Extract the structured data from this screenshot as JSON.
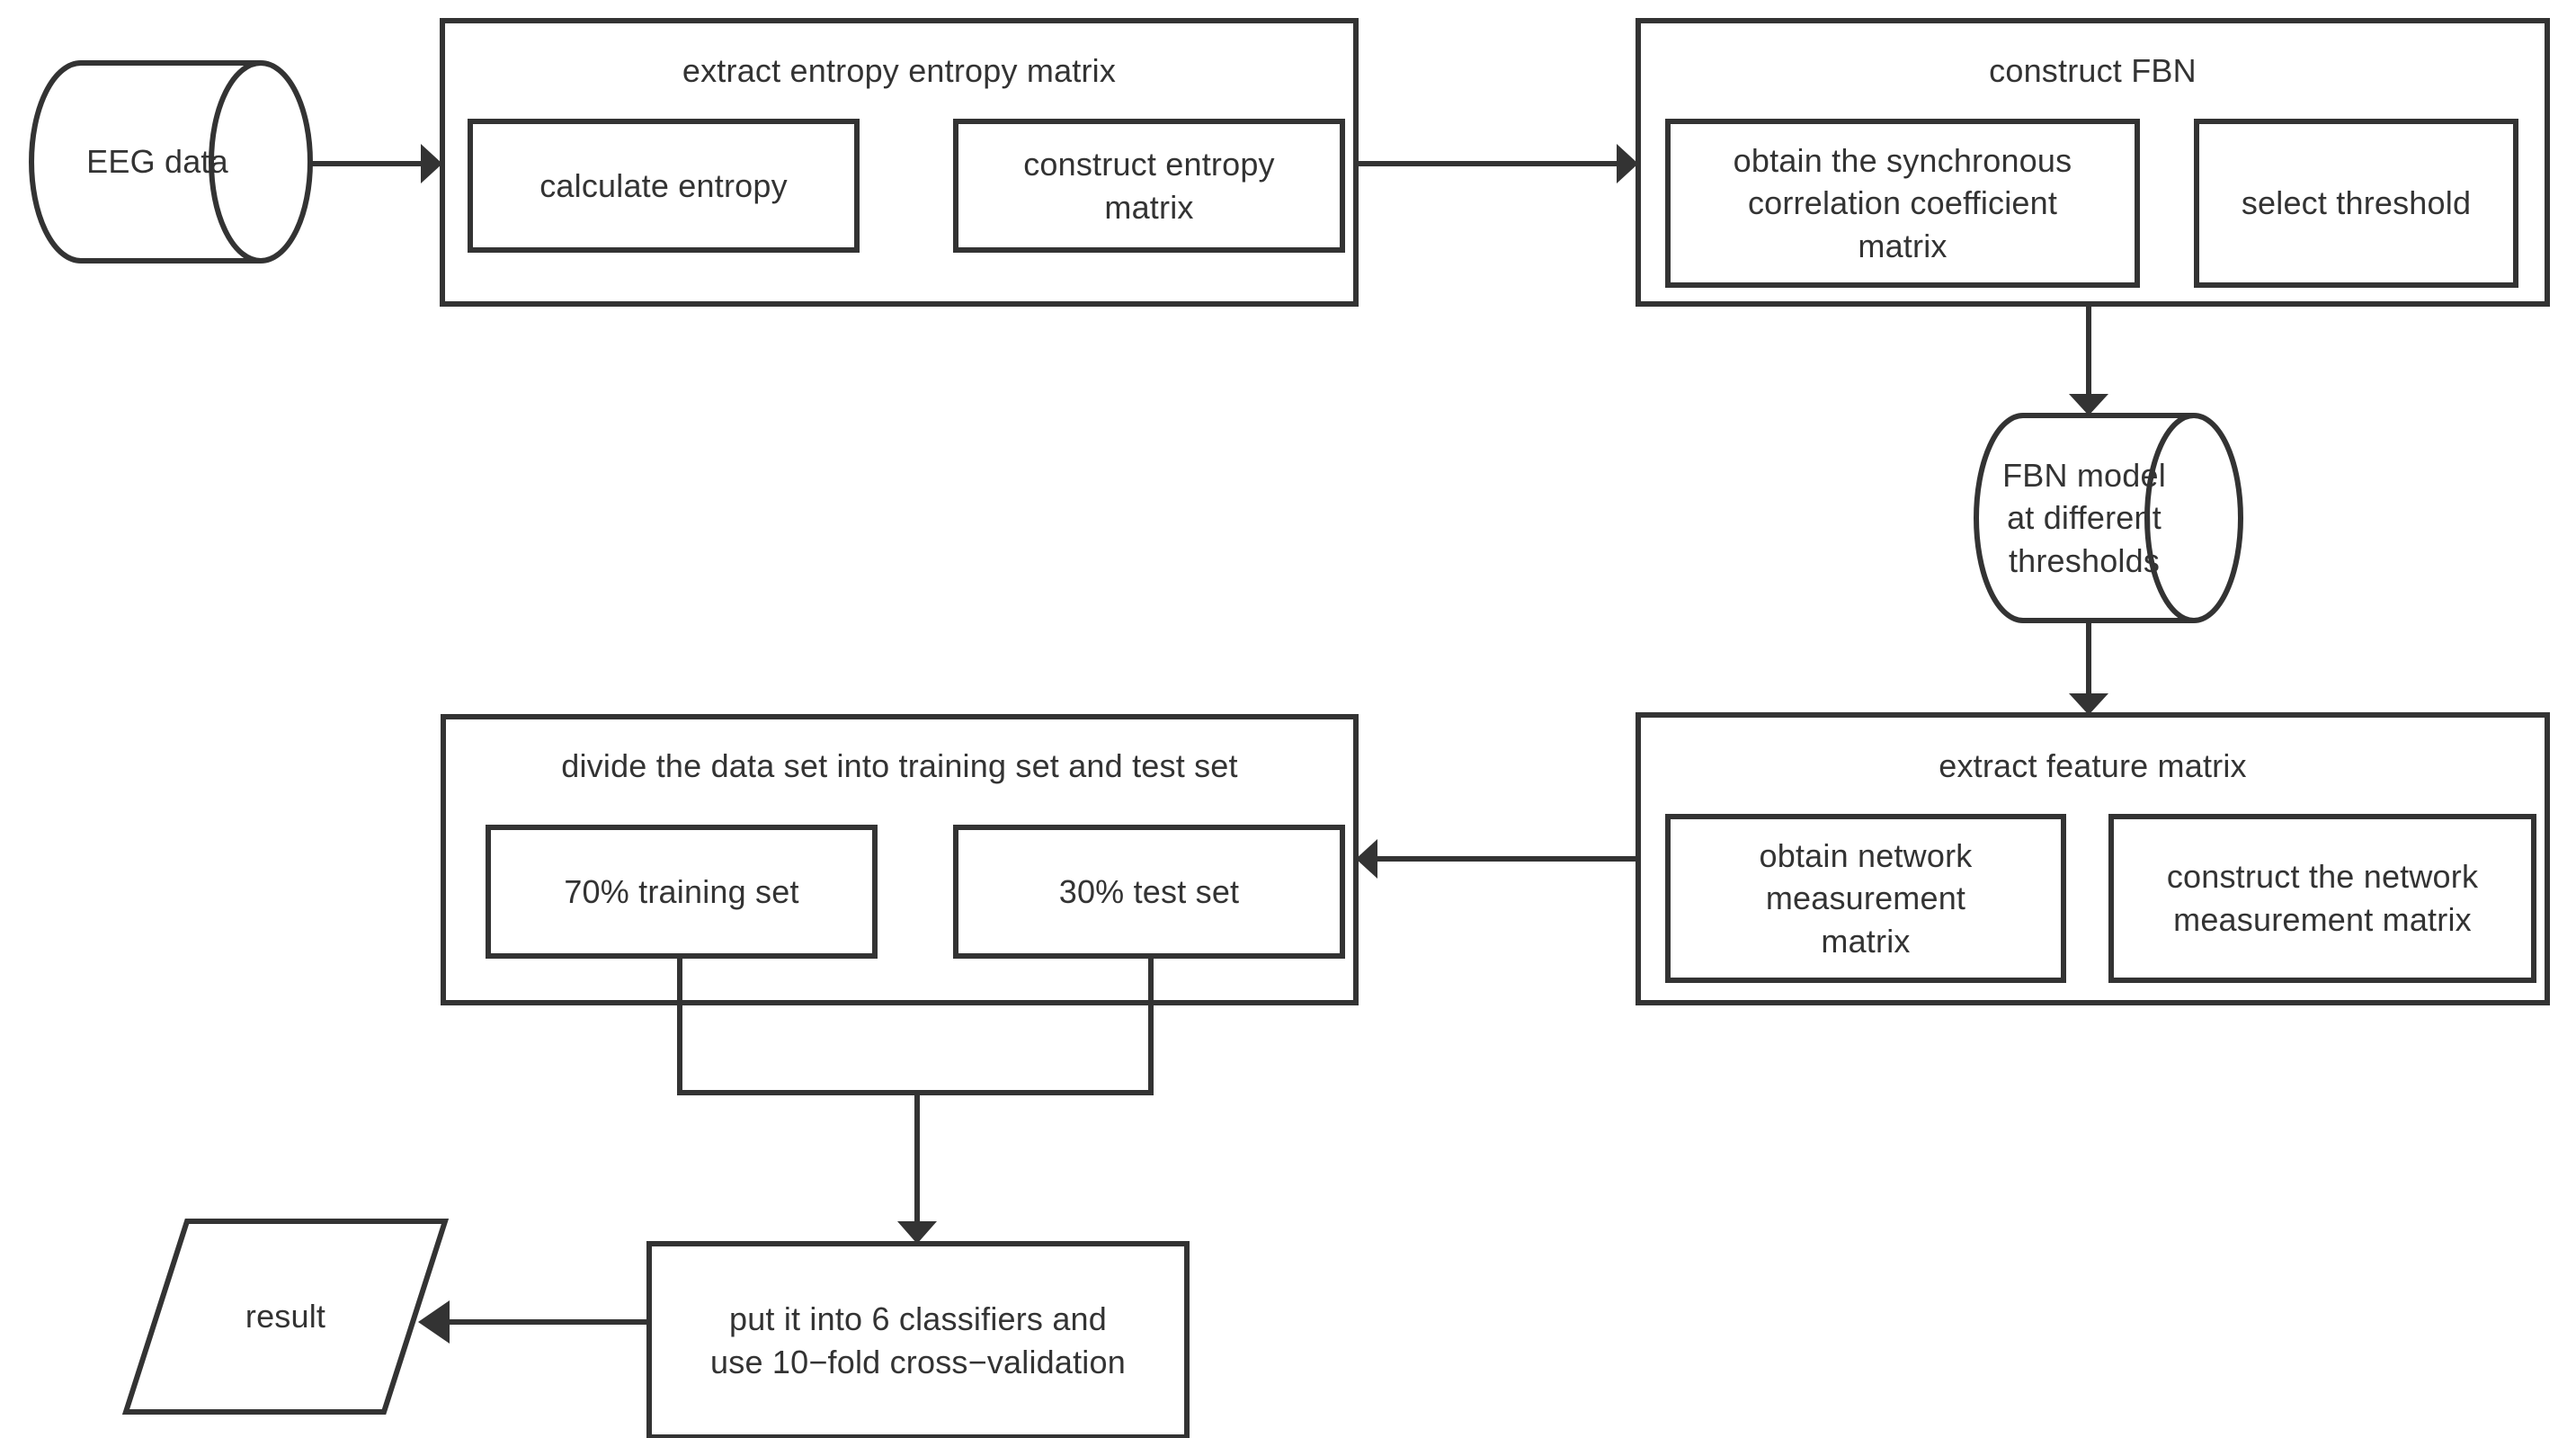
{
  "diagram": {
    "title": "EEG functional brain network classification pipeline",
    "colors": {
      "stroke": "#333333",
      "fill": "#ffffff",
      "text": "#333333"
    },
    "nodes": {
      "eeg_data": {
        "label": "EEG data",
        "shape": "cylinder"
      },
      "extract_entropy_group": {
        "title": "extract entropy entropy matrix",
        "shape": "container",
        "children": [
          {
            "label": "calculate entropy",
            "shape": "rect"
          },
          {
            "label": "construct entropy\nmatrix",
            "shape": "rect"
          }
        ]
      },
      "construct_fbn_group": {
        "title": "construct FBN",
        "shape": "container",
        "children": [
          {
            "label": "obtain the synchronous\ncorrelation coefficient\nmatrix",
            "shape": "rect"
          },
          {
            "label": "select threshold",
            "shape": "rect"
          }
        ]
      },
      "fbn_model": {
        "label": "FBN model\nat different\nthresholds",
        "shape": "cylinder"
      },
      "extract_feature_group": {
        "title": "extract feature matrix",
        "shape": "container",
        "children": [
          {
            "label": "obtain network\nmeasurement\nmatrix",
            "shape": "rect"
          },
          {
            "label": "construct the network\nmeasurement matrix",
            "shape": "rect"
          }
        ]
      },
      "divide_dataset_group": {
        "title": "divide the data set into training set and test set",
        "shape": "container",
        "children": [
          {
            "label": "70% training set",
            "shape": "rect"
          },
          {
            "label": "30% test set",
            "shape": "rect"
          }
        ]
      },
      "classifiers": {
        "label": "put it into 6 classifiers and\nuse 10−fold cross−validation",
        "shape": "rect"
      },
      "result": {
        "label": "result",
        "shape": "parallelogram"
      }
    },
    "edges": [
      {
        "from": "eeg_data",
        "to": "extract_entropy_group",
        "direction": "right"
      },
      {
        "from": "extract_entropy_group",
        "to": "construct_fbn_group",
        "direction": "right"
      },
      {
        "from": "construct_fbn_group",
        "to": "fbn_model",
        "direction": "down"
      },
      {
        "from": "fbn_model",
        "to": "extract_feature_group",
        "direction": "down"
      },
      {
        "from": "extract_feature_group",
        "to": "divide_dataset_group",
        "direction": "left"
      },
      {
        "from": "divide_dataset_group",
        "to": "classifiers",
        "direction": "down"
      },
      {
        "from": "classifiers",
        "to": "result",
        "direction": "left"
      }
    ]
  }
}
